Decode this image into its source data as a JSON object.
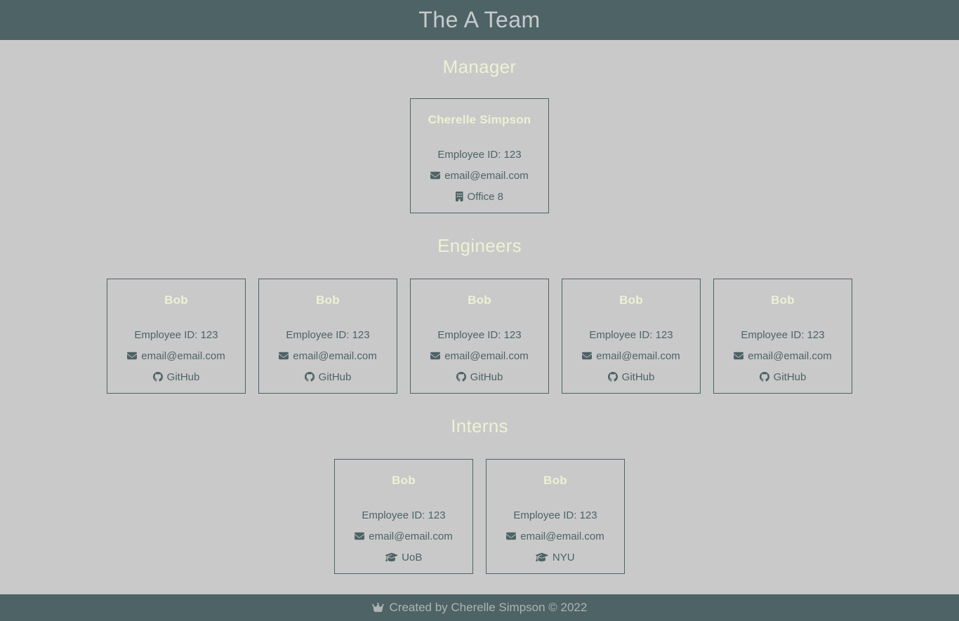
{
  "header": {
    "title": "The A Team"
  },
  "colors": {
    "header_footer_bg": "#4e6366",
    "page_bg": "#c9c9c9",
    "heading_cream": "#ecf2d3",
    "detail_slate": "#4e6366",
    "header_title_text": "#c6cbca",
    "footer_text": "#adb5b4",
    "card_border": "#4e6366"
  },
  "sections": [
    {
      "id": "manager",
      "heading": "Manager",
      "cards": [
        {
          "name": "Cherelle Simpson",
          "employee_id": "Employee ID: 123",
          "email_icon": "envelope-icon",
          "email": "email@email.com",
          "extra_icon": "building-icon",
          "extra_label": "Office 8"
        }
      ]
    },
    {
      "id": "engineers",
      "heading": "Engineers",
      "cards": [
        {
          "name": "Bob",
          "employee_id": "Employee ID: 123",
          "email_icon": "envelope-icon",
          "email": "email@email.com",
          "extra_icon": "github-icon",
          "extra_label": "GitHub"
        },
        {
          "name": "Bob",
          "employee_id": "Employee ID: 123",
          "email_icon": "envelope-icon",
          "email": "email@email.com",
          "extra_icon": "github-icon",
          "extra_label": "GitHub"
        },
        {
          "name": "Bob",
          "employee_id": "Employee ID: 123",
          "email_icon": "envelope-icon",
          "email": "email@email.com",
          "extra_icon": "github-icon",
          "extra_label": "GitHub"
        },
        {
          "name": "Bob",
          "employee_id": "Employee ID: 123",
          "email_icon": "envelope-icon",
          "email": "email@email.com",
          "extra_icon": "github-icon",
          "extra_label": "GitHub"
        },
        {
          "name": "Bob",
          "employee_id": "Employee ID: 123",
          "email_icon": "envelope-icon",
          "email": "email@email.com",
          "extra_icon": "github-icon",
          "extra_label": "GitHub"
        }
      ]
    },
    {
      "id": "interns",
      "heading": "Interns",
      "cards": [
        {
          "name": "Bob",
          "employee_id": "Employee ID: 123",
          "email_icon": "envelope-icon",
          "email": "email@email.com",
          "extra_icon": "graduation-cap-icon",
          "extra_label": "UoB"
        },
        {
          "name": "Bob",
          "employee_id": "Employee ID: 123",
          "email_icon": "envelope-icon",
          "email": "email@email.com",
          "extra_icon": "graduation-cap-icon",
          "extra_label": "NYU"
        }
      ]
    }
  ],
  "footer": {
    "icon": "crown-icon",
    "text": "Created by Cherelle Simpson © 2022"
  }
}
